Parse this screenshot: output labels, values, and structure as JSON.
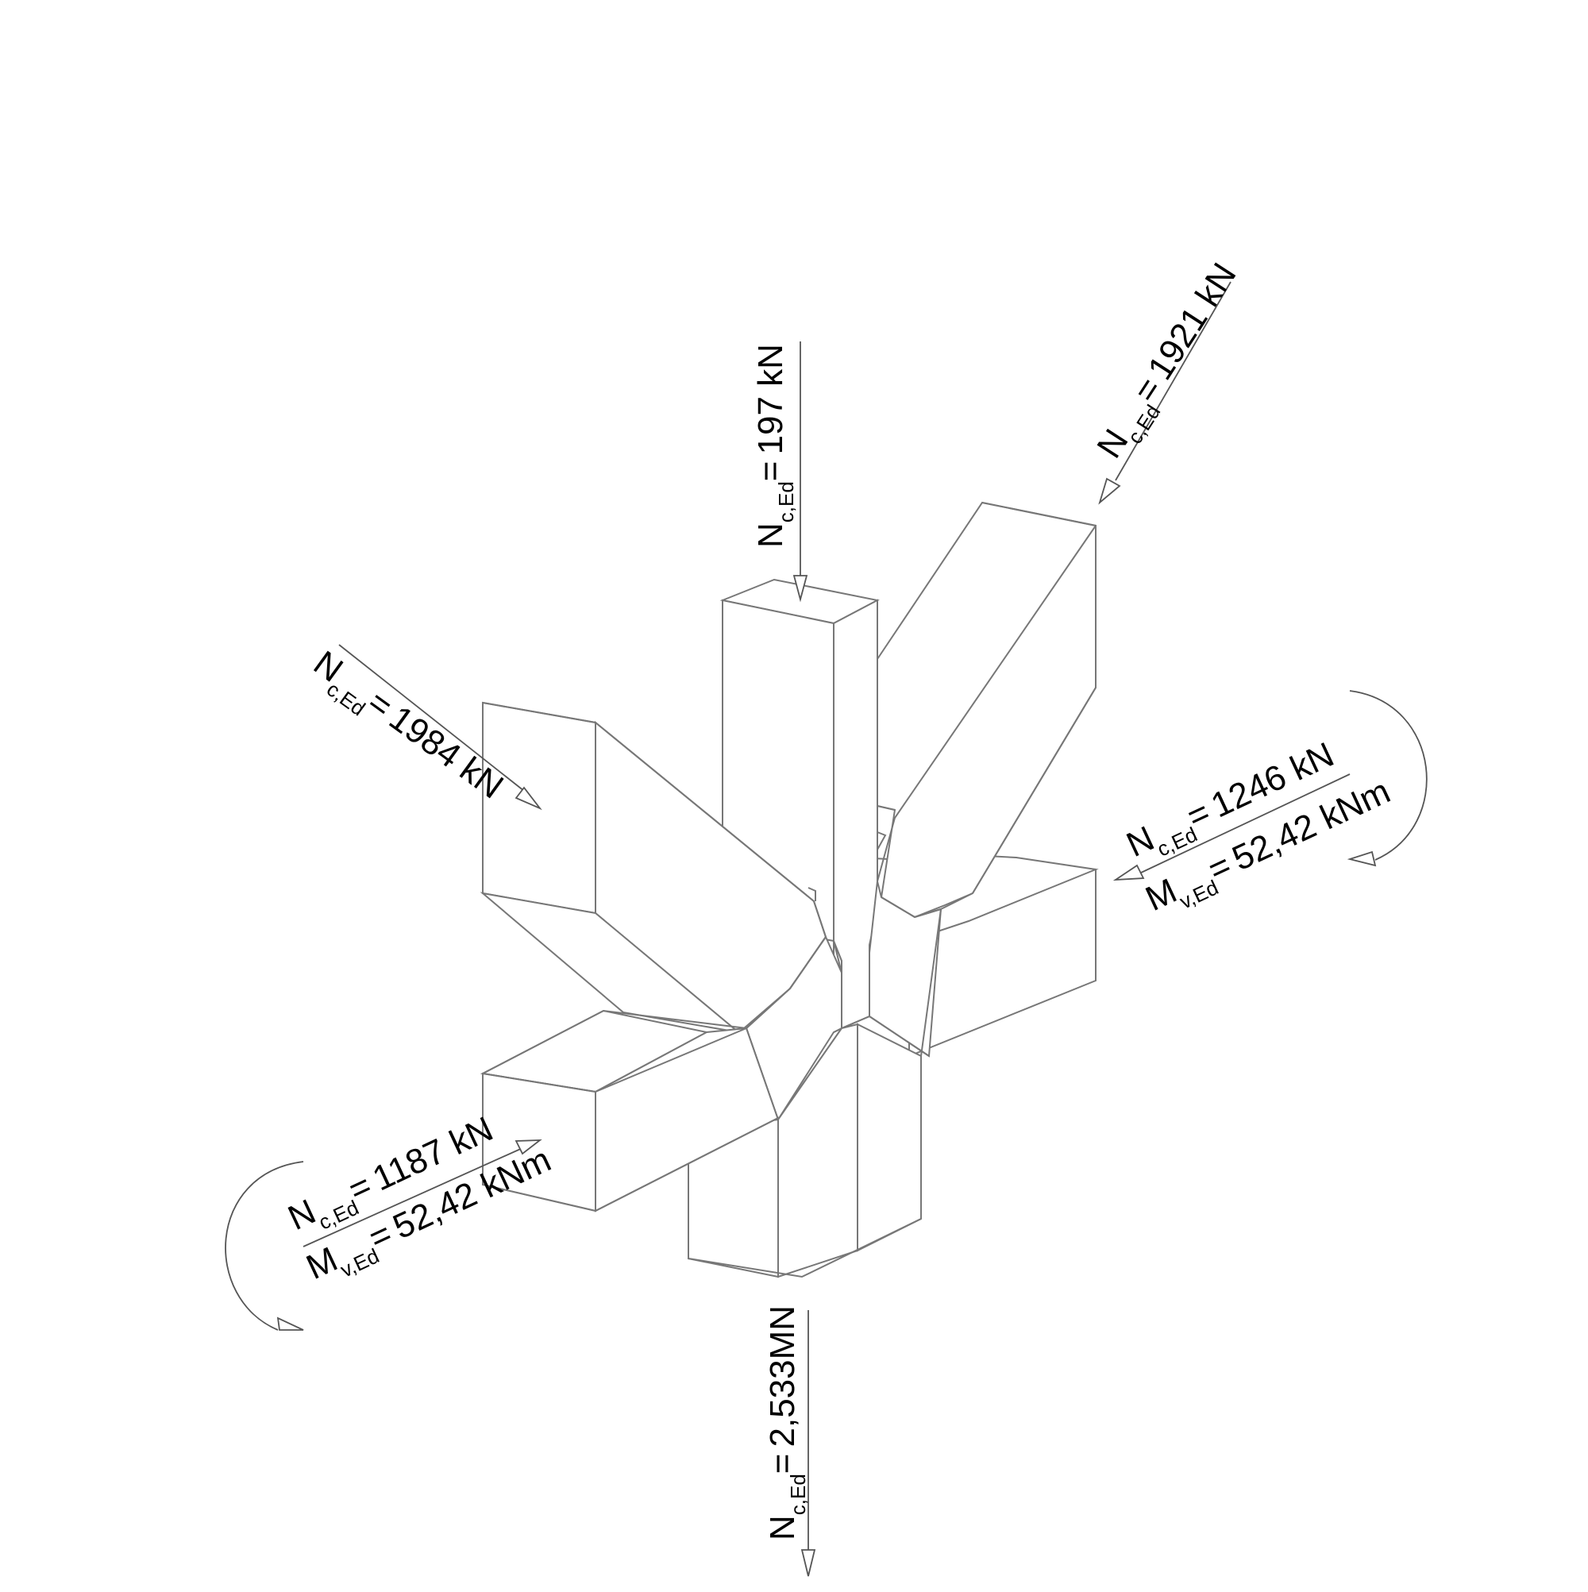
{
  "diagram": {
    "type": "isometric strut-and-tie node / joint force diagram",
    "colors": {
      "lines": "#777777",
      "text": "#000000",
      "background": "#ffffff"
    },
    "forces": [
      {
        "id": "top-vertical",
        "symbol": "N",
        "subscript": "c,Ed",
        "equals": "=",
        "value": "197 kN",
        "direction": "downward into top column"
      },
      {
        "id": "top-right-diagonal",
        "symbol": "N",
        "subscript": "c,Ed",
        "equals": "=",
        "value": "1921 kN",
        "direction": "diagonal into upper-right strut"
      },
      {
        "id": "upper-left-diagonal",
        "symbol": "N",
        "subscript": "c,Ed",
        "equals": "=",
        "value": "1984 kN",
        "direction": "diagonal into upper-left strut"
      },
      {
        "id": "right-horizontal",
        "symbol": "N",
        "subscript": "c,Ed",
        "equals": "=",
        "value": "1246 kN",
        "moment_symbol": "M",
        "moment_subscript": "v,Ed",
        "moment_value": "52,42 kNm",
        "direction": "pointing left, with clockwise moment arrow"
      },
      {
        "id": "left-horizontal",
        "symbol": "N",
        "subscript": "c,Ed",
        "equals": "=",
        "value": "1187 kN",
        "moment_symbol": "M",
        "moment_subscript": "v,Ed",
        "moment_value": "52,42 kNm",
        "direction": "pointing right, with counter-clockwise moment arrow"
      },
      {
        "id": "bottom-vertical",
        "symbol": "N",
        "subscript": "c,Ed",
        "equals": "=",
        "value": "2,533MN",
        "direction": "downward out of bottom column"
      }
    ]
  }
}
